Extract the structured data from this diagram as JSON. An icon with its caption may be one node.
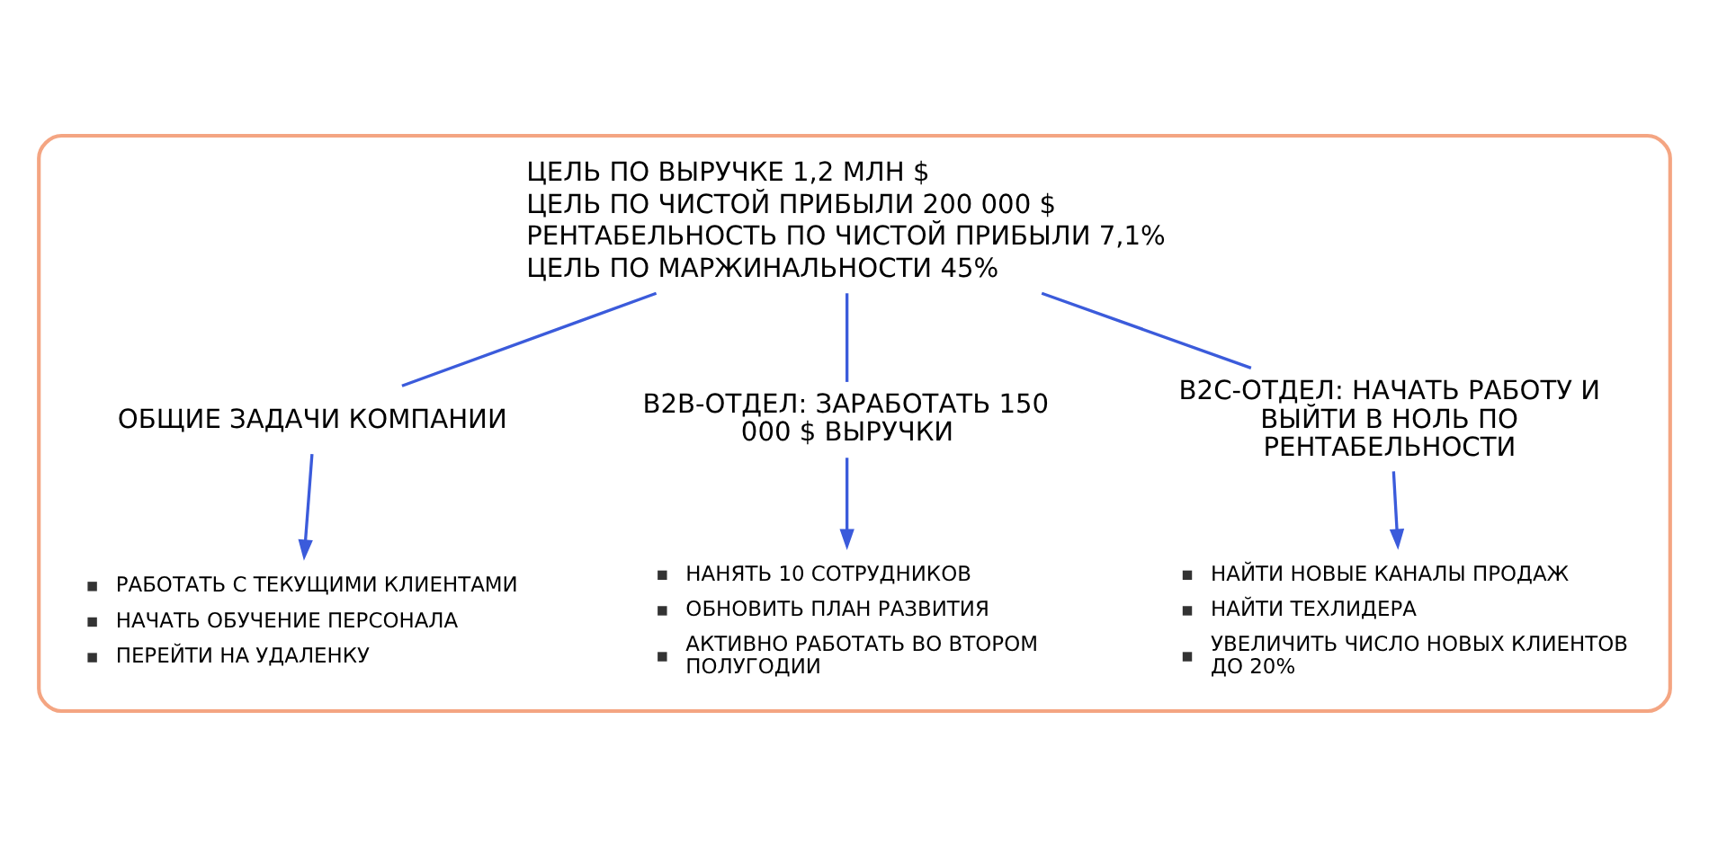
{
  "diagram": {
    "nodes": [
      {
        "text": [],
        "shape": "box"
      },
      {
        "text": [
          "ЦЕЛЬ ПО ВЫРУЧКЕ 1,2 МЛН $",
          "ЦЕЛЬ ПО ЧИСТОЙ ПРИБЫЛИ 200 000 $",
          "РЕНТАБЕЛЬНОСТЬ ПО ЧИСТОЙ ПРИБЫЛИ 7,1%",
          "ЦЕЛЬ ПО МАРЖИНАЛЬНОСТИ 45%"
        ],
        "in": 0
      },
      {
        "text": [
          "ОБЩИЕ ЗАДАЧИ КОМПАНИИ"
        ],
        "in": 0
      },
      {
        "text": [
          "B2B-ОТДЕЛ: ЗАРАБОТАТЬ 150 000 $ ВЫРУЧКИ"
        ],
        "in": 0
      },
      {
        "text": [
          "B2C-ОТДЕЛ: НАЧАТЬ РАБОТУ И ВЫЙТИ В НОЛЬ ПО РЕНТАБЕЛЬНОСТИ"
        ],
        "in": 0
      },
      {
        "text": [
          "РАБОТАТЬ С ТЕКУЩИМИ КЛИЕНТАМИ",
          "НАЧАТЬ ОБУЧЕНИЕ ПЕРСОНАЛА",
          "ПЕРЕЙТИ НА УДАЛЕНКУ"
        ],
        "in": 0
      },
      {
        "text": [
          "НАНЯТЬ 10 СОТРУДНИКОВ",
          "ОБНОВИТЬ ПЛАН РАЗВИТИЯ",
          "АКТИВНО РАБОТАТЬ ВО ВТОРОМ ПОЛУГОДИИ"
        ],
        "in": 0
      },
      {
        "text": [
          "НАЙТИ НОВЫЕ КАНАЛЫ ПРОДАЖ",
          "НАЙТИ ТЕХЛИДЕРА",
          "УВЕЛИЧИТЬ ЧИСЛО НОВЫХ КЛИЕНТОВ ДО 20%"
        ],
        "in": 0
      }
    ],
    "edges": [
      {
        "from": 1,
        "to": 2,
        "arrow": "none"
      },
      {
        "from": 1,
        "to": 3,
        "arrow": "none"
      },
      {
        "from": 1,
        "to": 4,
        "arrow": "none"
      },
      {
        "from": 2,
        "to": 5,
        "arrow": "to"
      },
      {
        "from": 3,
        "to": 6,
        "arrow": "to"
      },
      {
        "from": 4,
        "to": 7,
        "arrow": "to"
      }
    ]
  }
}
